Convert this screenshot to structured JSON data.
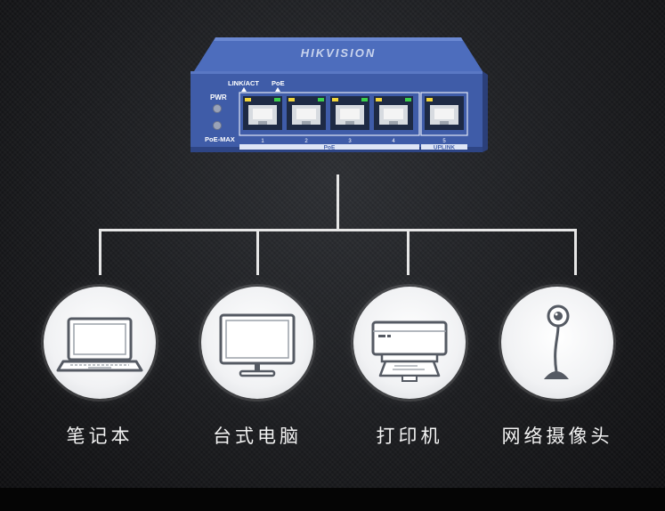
{
  "switch": {
    "brand": "HIKVISION",
    "indicators": {
      "pwr": "PWR",
      "poe_max": "PoE-MAX"
    },
    "led_labels": {
      "link_act": "LINK/ACT",
      "poe": "PoE"
    },
    "ports": [
      "1",
      "2",
      "3",
      "4",
      "5"
    ],
    "group_labels": {
      "poe": "PoE",
      "uplink": "UPLINK"
    }
  },
  "devices": [
    {
      "label": "笔记本",
      "icon": "laptop-icon"
    },
    {
      "label": "台式电脑",
      "icon": "desktop-monitor-icon"
    },
    {
      "label": "打印机",
      "icon": "printer-icon"
    },
    {
      "label": "网络摄像头",
      "icon": "webcam-icon"
    }
  ],
  "colors": {
    "switch_body": "#3f5ca8",
    "led_green": "#3bd04b",
    "led_yellow": "#f0d43a",
    "line": "#e6e6e6",
    "label_text": "#f2f2f2"
  }
}
